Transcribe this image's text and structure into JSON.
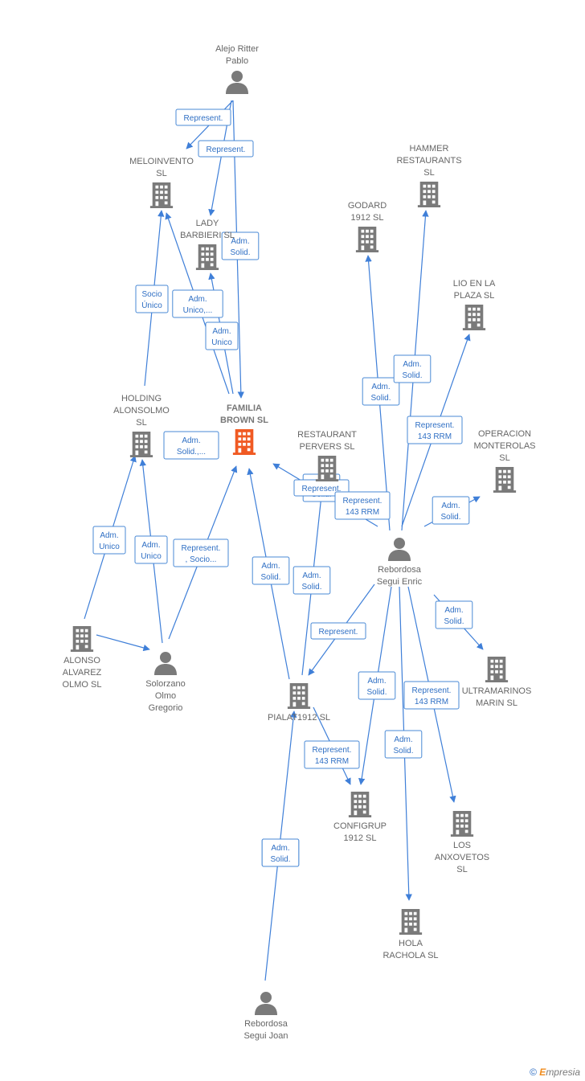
{
  "nodes": [
    {
      "id": "alejo",
      "type": "person",
      "lines": [
        "Alejo Ritter",
        "Pablo"
      ]
    },
    {
      "id": "meloinvento",
      "type": "company",
      "lines": [
        "MELOINVENTO",
        "SL"
      ]
    },
    {
      "id": "lady",
      "type": "company",
      "lines": [
        "LADY",
        "BARBIERI  SL"
      ]
    },
    {
      "id": "hammer",
      "type": "company",
      "lines": [
        "HAMMER",
        "RESTAURANTS",
        "SL"
      ]
    },
    {
      "id": "godard",
      "type": "company",
      "lines": [
        "GODARD",
        "1912  SL"
      ]
    },
    {
      "id": "lio",
      "type": "company",
      "lines": [
        "LIO EN LA",
        "PLAZA  SL"
      ]
    },
    {
      "id": "holding",
      "type": "company",
      "lines": [
        "HOLDING",
        "ALONSOLMO",
        "SL"
      ]
    },
    {
      "id": "familia",
      "type": "company-main",
      "lines": [
        "FAMILIA",
        "BROWN  SL"
      ]
    },
    {
      "id": "restaurant",
      "type": "company",
      "lines": [
        "RESTAURANT",
        "PERVERS  SL"
      ]
    },
    {
      "id": "operacion",
      "type": "company",
      "lines": [
        "OPERACION",
        "MONTEROLAS",
        "SL"
      ]
    },
    {
      "id": "enric",
      "type": "person",
      "lines": [
        "Rebordosa",
        "Segui Enric"
      ]
    },
    {
      "id": "alonso",
      "type": "company",
      "lines": [
        "ALONSO",
        "ALVAREZ",
        "OLMO  SL"
      ]
    },
    {
      "id": "solorzano",
      "type": "person",
      "lines": [
        "Solorzano",
        "Olmo",
        "Gregorio"
      ]
    },
    {
      "id": "pialat",
      "type": "company",
      "lines": [
        "PIALAT1912  SL"
      ]
    },
    {
      "id": "ultramarinos",
      "type": "company",
      "lines": [
        "ULTRAMARINOS",
        "MARIN  SL"
      ]
    },
    {
      "id": "configrup",
      "type": "company",
      "lines": [
        "CONFIGRUP",
        "1912  SL"
      ]
    },
    {
      "id": "anxovetos",
      "type": "company",
      "lines": [
        "LOS",
        "ANXOVETOS",
        "SL"
      ]
    },
    {
      "id": "hola",
      "type": "company",
      "lines": [
        "HOLA",
        "RACHOLA  SL"
      ]
    },
    {
      "id": "joan",
      "type": "person",
      "lines": [
        "Rebordosa",
        "Segui Joan"
      ]
    }
  ],
  "edge_labels": [
    [
      "Represent."
    ],
    [
      "Represent."
    ],
    [
      "Adm.",
      "Solid."
    ],
    [
      "Socio",
      "Único"
    ],
    [
      "Adm.",
      "Unico,..."
    ],
    [
      "Adm.",
      "Unico"
    ],
    [
      "Adm.",
      "Solid."
    ],
    [
      "Adm.",
      "Solid."
    ],
    [
      "Represent.",
      "143 RRM"
    ],
    [
      "Adm.",
      "Solid."
    ],
    [
      "Adm.",
      "Solid.,..."
    ],
    [
      "Represent."
    ],
    [
      "Represent.",
      "143 RRM"
    ],
    [
      "Adm.",
      "Solid."
    ],
    [
      "Adm.",
      "Unico"
    ],
    [
      "Adm.",
      "Unico"
    ],
    [
      "Represent.",
      ", Socio..."
    ],
    [
      "Adm.",
      "Solid."
    ],
    [
      "Adm.",
      "Solid."
    ],
    [
      "Represent."
    ],
    [
      "Adm.",
      "Solid."
    ],
    [
      "Adm.",
      "Solid."
    ],
    [
      "Represent.",
      "143 RRM"
    ],
    [
      "Adm.",
      "Solid."
    ],
    [
      "Represent.",
      "143 RRM"
    ],
    [
      "Adm.",
      "Solid."
    ],
    [
      "Adm.",
      "Solid."
    ]
  ],
  "footer": {
    "copyright": "©",
    "brand_initial": "E",
    "brand_rest": "mpresia"
  },
  "colors": {
    "edge": "#3f7fd8",
    "company": "#7a7a7a",
    "company_main": "#f05a23",
    "person": "#7a7a7a"
  }
}
